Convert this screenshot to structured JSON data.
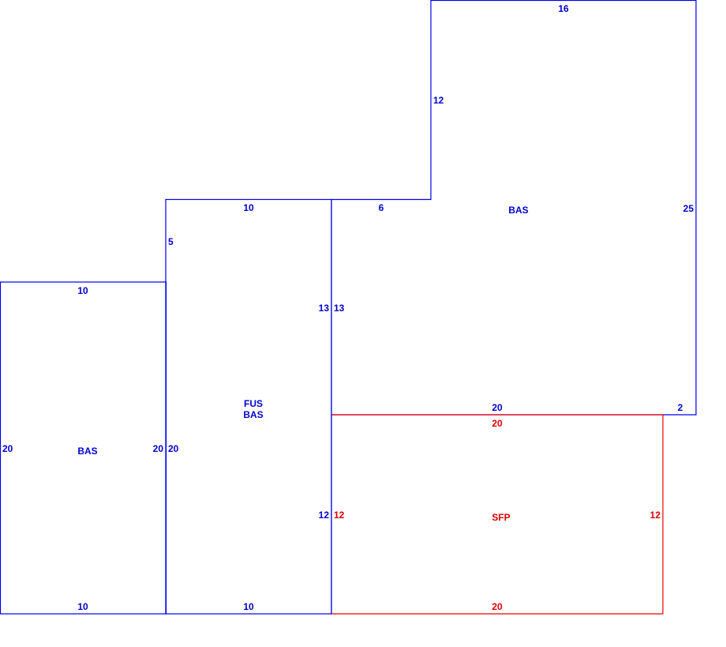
{
  "colors": {
    "living": "#0000cc",
    "porch": "#dd0000"
  },
  "areas": {
    "left": {
      "code": "BAS"
    },
    "middle": {
      "code_line1": "FUS",
      "code_line2": "BAS"
    },
    "right": {
      "code": "BAS"
    },
    "porch": {
      "code": "SFP"
    }
  },
  "dims": {
    "left_top": "10",
    "left_bottom": "10",
    "left_left": "20",
    "left_right": "20",
    "mid_top": "10",
    "mid_bottom": "10",
    "mid_left_upper": "5",
    "mid_left_lower": "20",
    "mid_right_upper": "13",
    "mid_right_lower": "12",
    "right_step_top": "6",
    "right_step_left": "12",
    "right_top": "16",
    "right_right": "25",
    "right_left": "13",
    "right_bottom": "20",
    "right_bottom_end": "2",
    "porch_top": "20",
    "porch_bottom": "20",
    "porch_left": "12",
    "porch_right": "12"
  }
}
